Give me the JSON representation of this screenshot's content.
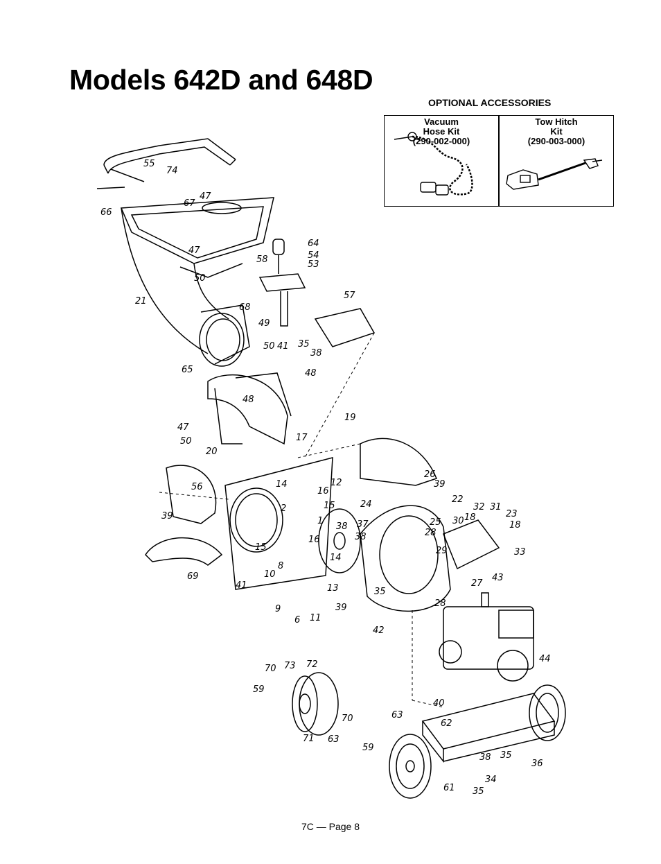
{
  "page": {
    "title": "Models 642D and 648D",
    "footer": "7C — Page 8"
  },
  "accessories": {
    "heading": "OPTIONAL ACCESSORIES",
    "vacuum": {
      "line1": "Vacuum",
      "line2": "Hose Kit",
      "part": "(290-002-000)"
    },
    "tow": {
      "line1": "Tow Hitch",
      "line2": "Kit",
      "part": "(290-003-000)"
    }
  },
  "callouts": [
    "55",
    "74",
    "66",
    "67",
    "47",
    "47",
    "58",
    "64",
    "54",
    "53",
    "21",
    "50",
    "68",
    "49",
    "57",
    "50",
    "41",
    "35",
    "38",
    "65",
    "48",
    "48",
    "47",
    "50",
    "19",
    "17",
    "20",
    "14",
    "12",
    "26",
    "39",
    "56",
    "16",
    "15",
    "24",
    "22",
    "32",
    "31",
    "23",
    "39",
    "2",
    "37",
    "25",
    "30",
    "18",
    "28",
    "38",
    "15",
    "16",
    "1",
    "29",
    "18",
    "33",
    "14",
    "27",
    "43",
    "38",
    "8",
    "10",
    "13",
    "35",
    "39",
    "28",
    "9",
    "6",
    "11",
    "42",
    "44",
    "70",
    "73",
    "72",
    "59",
    "70",
    "40",
    "71",
    "63",
    "63",
    "62",
    "59",
    "38",
    "35",
    "36",
    "61",
    "34",
    "35",
    "69",
    "41"
  ]
}
